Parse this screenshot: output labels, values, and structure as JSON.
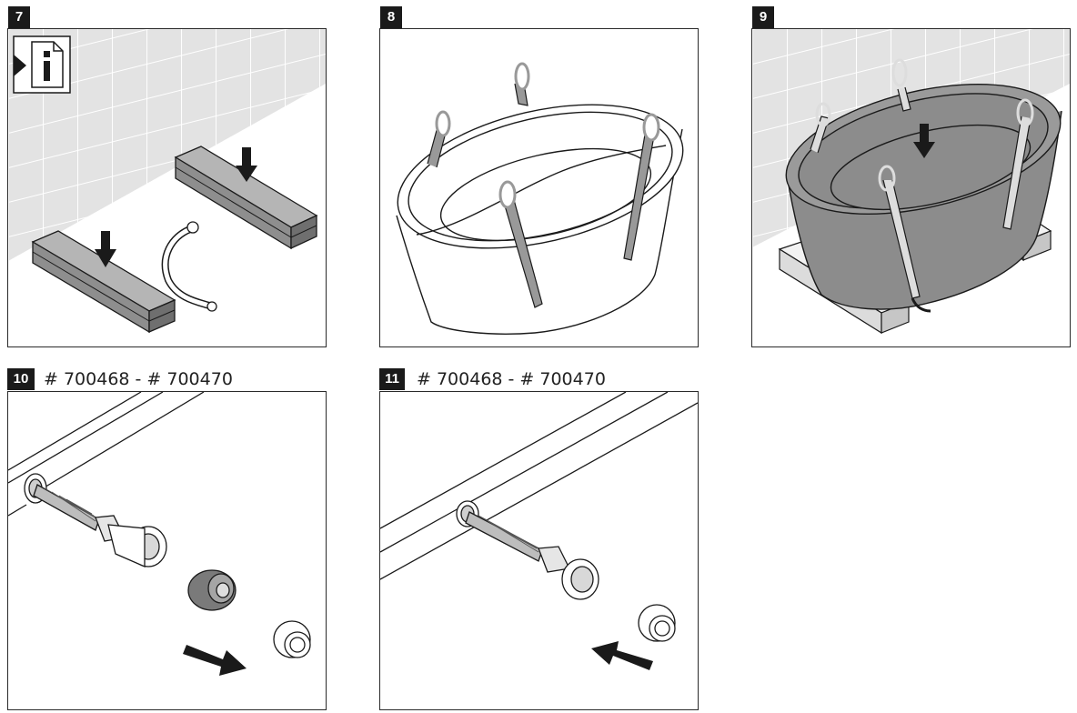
{
  "steps": [
    {
      "number": "7",
      "part_numbers": ""
    },
    {
      "number": "8",
      "part_numbers": ""
    },
    {
      "number": "9",
      "part_numbers": ""
    },
    {
      "number": "10",
      "part_numbers": "# 700468 - # 700470"
    },
    {
      "number": "11",
      "part_numbers": "# 700468 - # 700470"
    }
  ],
  "colors": {
    "wall": "#e3e3e3",
    "grout": "#ffffff",
    "block": "#8e8e8e",
    "tub_gray": "#8c8c8c",
    "strap": "#999999"
  },
  "icons": [
    "info-manual-icon",
    "down-arrow-icon",
    "right-arrow-icon",
    "left-arrow-icon"
  ]
}
